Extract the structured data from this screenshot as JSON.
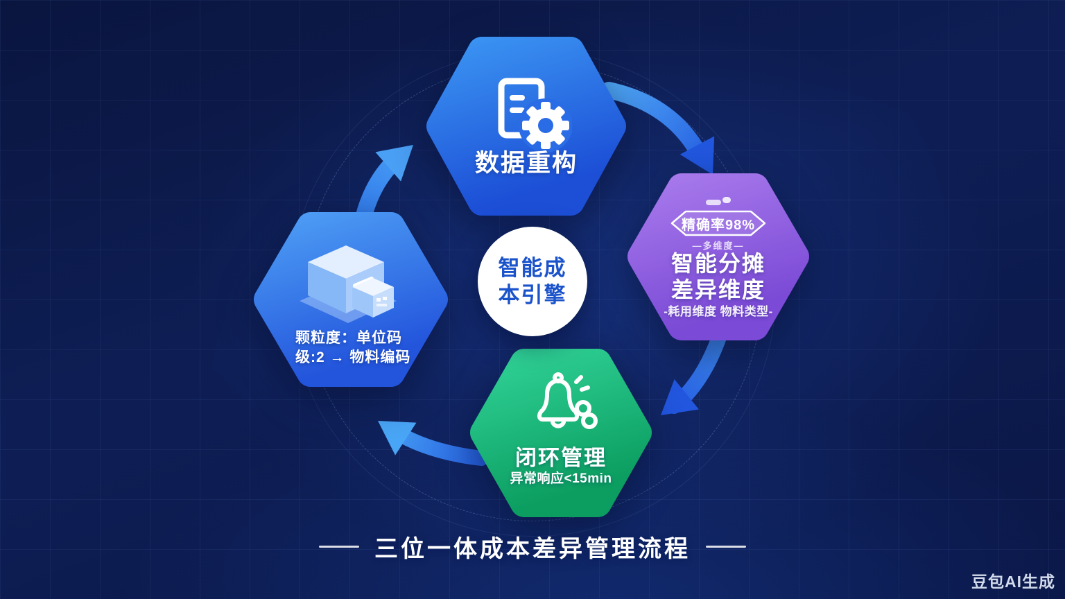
{
  "title": {
    "text": "三位一体成本差异管理流程"
  },
  "center": {
    "line1": "智能成",
    "line2": "本引擎"
  },
  "nodes": {
    "top": {
      "label": "数据重构"
    },
    "right": {
      "badge": "精确率98%",
      "badge_sub": "—多维度—",
      "line1": "智能分摊",
      "line2": "差异维度",
      "footnote": "-耗用维度  物料类型-"
    },
    "bottom": {
      "label": "闭环管理",
      "sub": "异常响应<15min"
    },
    "left": {
      "line1": "颗粒度：单位码",
      "line2": "级:2 → 物料编码"
    }
  },
  "watermark": {
    "text": "豆包AI生成"
  },
  "colors": {
    "node_blue": "#2F7CED",
    "node_purple": "#8E5CE0",
    "node_green": "#1CBD7E",
    "arrow_blue": "#3A86F0",
    "center_text": "#1B53CB",
    "background": "#0C1A4A"
  }
}
